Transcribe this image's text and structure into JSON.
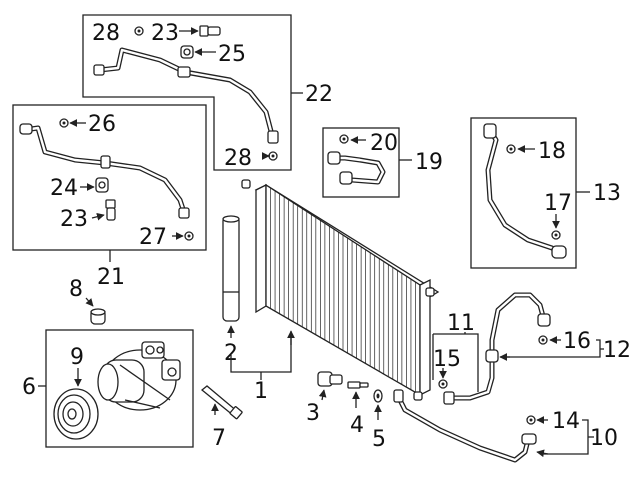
{
  "callouts": {
    "c1": "1",
    "c2": "2",
    "c3": "3",
    "c4": "4",
    "c5": "5",
    "c6": "6",
    "c7": "7",
    "c8": "8",
    "c9": "9",
    "c10": "10",
    "c11": "11",
    "c12": "12",
    "c13": "13",
    "c14": "14",
    "c15": "15",
    "c16": "16",
    "c17": "17",
    "c18": "18",
    "c19": "19",
    "c20": "20",
    "c21": "21",
    "c22": "22",
    "c23a": "23",
    "c23b": "23",
    "c24": "24",
    "c25": "25",
    "c26": "26",
    "c27": "27",
    "c28a": "28",
    "c28b": "28"
  }
}
